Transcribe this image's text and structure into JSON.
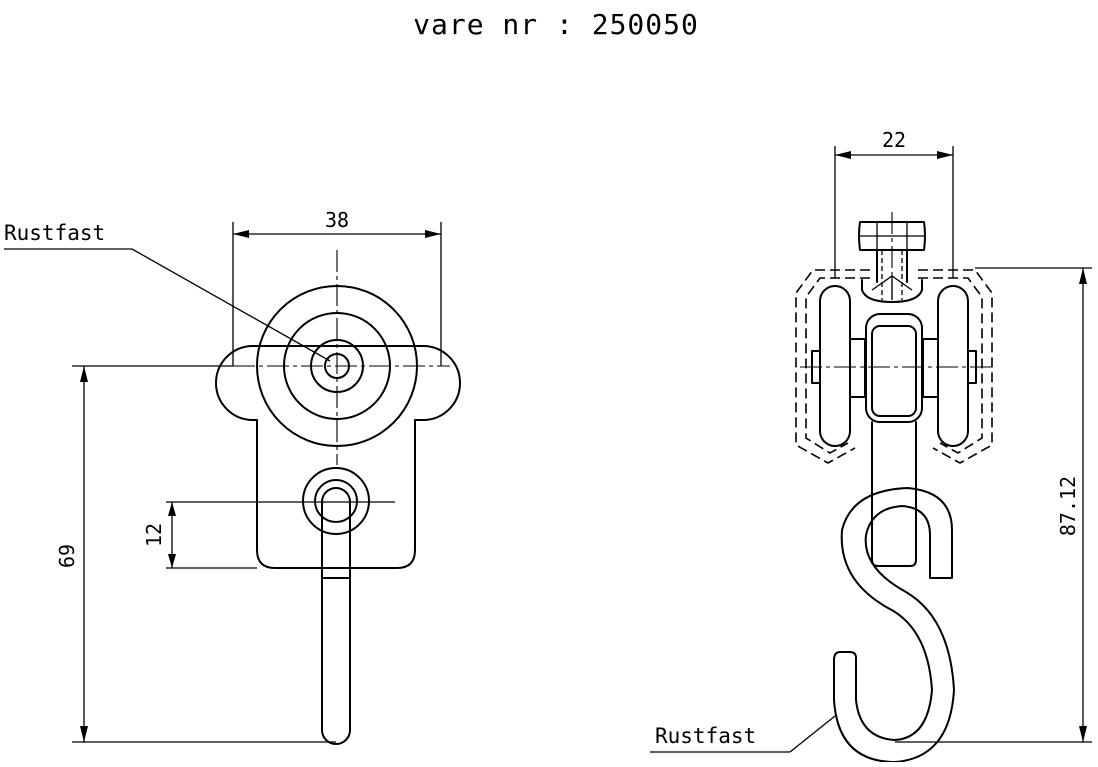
{
  "title": "vare nr :  250050",
  "front_view": {
    "material_note": "Rustfast",
    "dim_width": "38",
    "dim_height": "69",
    "dim_offset": "12"
  },
  "side_view": {
    "material_note": "Rustfast",
    "dim_width": "22",
    "dim_height": "87.12"
  }
}
